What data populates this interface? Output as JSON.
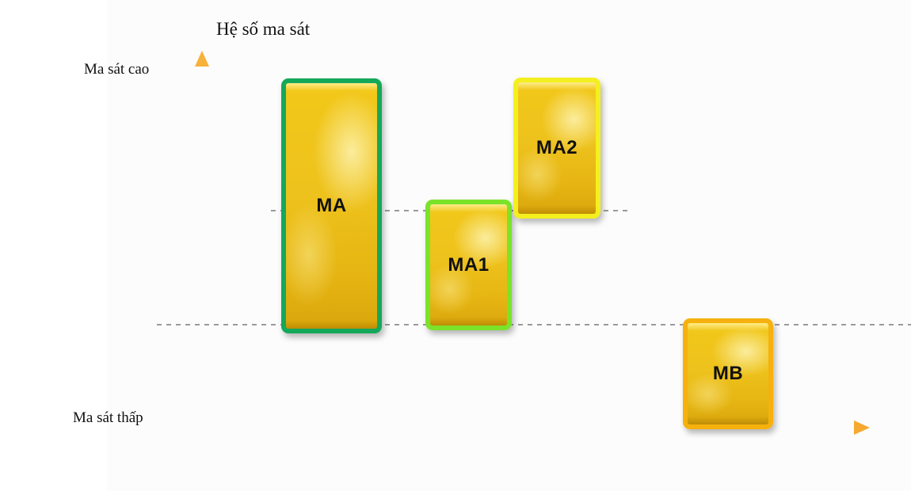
{
  "diagram": {
    "y_axis_title": "Hệ số ma sát",
    "levels": {
      "high": "Ma sát cao",
      "low": "Ma sát thấp"
    },
    "boxes": [
      {
        "id": "ma",
        "label": "MA",
        "border_color": "#14a85a"
      },
      {
        "id": "ma1",
        "label": "MA1",
        "border_color": "#7be32a"
      },
      {
        "id": "ma2",
        "label": "MA2",
        "border_color": "#f4ef1e"
      },
      {
        "id": "mb",
        "label": "MB",
        "border_color": "#f6b10e"
      }
    ],
    "fill_color": "#eec21c",
    "axis_color": "#f39a1e",
    "guide_line_color": "#999999"
  }
}
